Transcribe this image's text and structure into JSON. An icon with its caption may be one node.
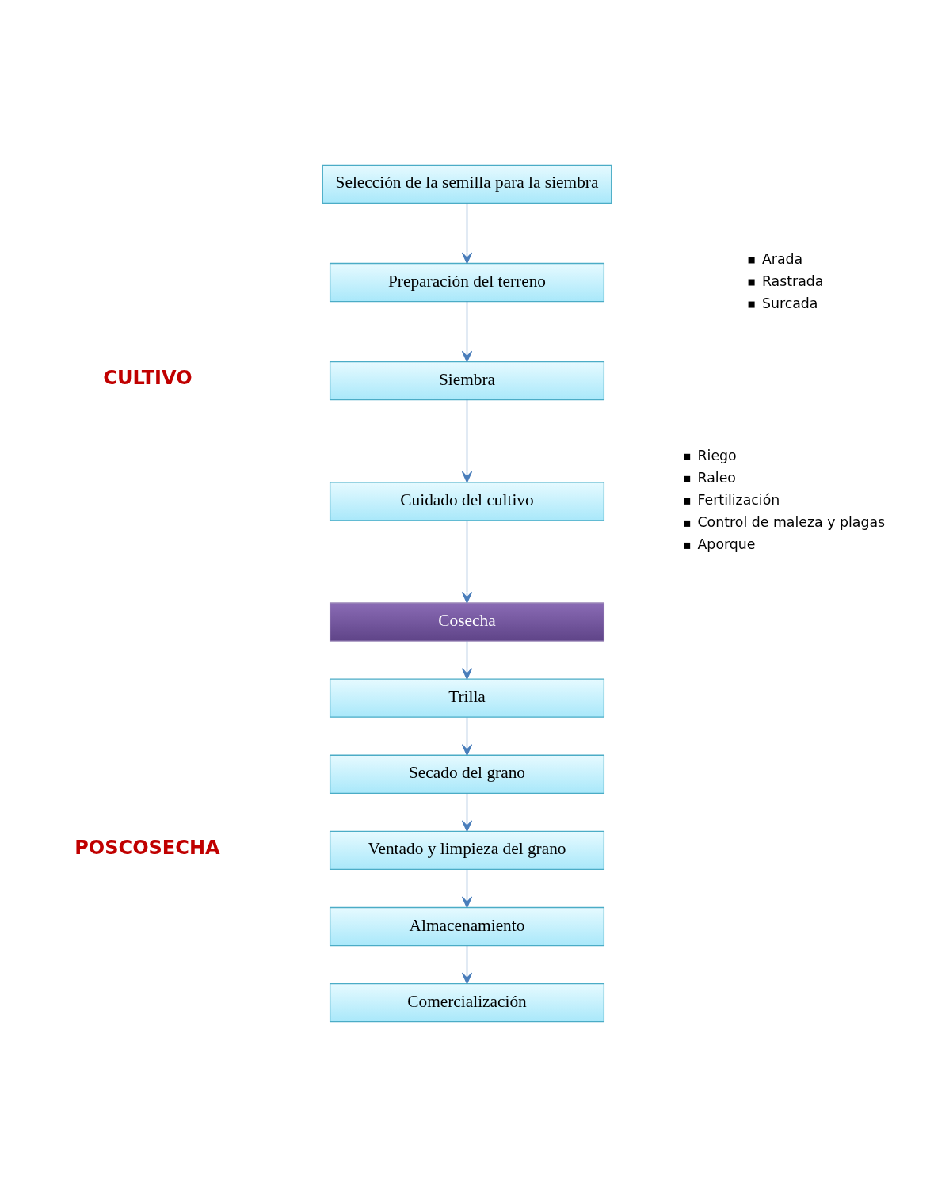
{
  "diagram": {
    "nodes": [
      {
        "text": [
          "Selección de la semilla para la siembra"
        ]
      },
      {
        "text": [
          "Preparación del terreno"
        ]
      },
      {
        "text": [
          "Siembra"
        ]
      },
      {
        "text": [
          "Cuidado del cultivo"
        ]
      },
      {
        "text": [
          "Cosecha"
        ]
      },
      {
        "text": [
          "Trilla"
        ]
      },
      {
        "text": [
          "Secado del grano"
        ]
      },
      {
        "text": [
          "Ventado y limpieza del grano"
        ]
      },
      {
        "text": [
          "Almacenamiento"
        ]
      },
      {
        "text": [
          "Comercialización"
        ]
      }
    ],
    "edges": [
      {
        "from": 0,
        "to": 1,
        "arrow": "to"
      },
      {
        "from": 1,
        "to": 2,
        "arrow": "to"
      },
      {
        "from": 2,
        "to": 3,
        "arrow": "to"
      },
      {
        "from": 3,
        "to": 4,
        "arrow": "to"
      },
      {
        "from": 4,
        "to": 5,
        "arrow": "to"
      },
      {
        "from": 5,
        "to": 6,
        "arrow": "to"
      },
      {
        "from": 6,
        "to": 7,
        "arrow": "to"
      },
      {
        "from": 7,
        "to": 8,
        "arrow": "to"
      },
      {
        "from": 8,
        "to": 9,
        "arrow": "to"
      }
    ],
    "labels": [
      "Arada",
      "Rastrada",
      "Surcada",
      "CULTIVO",
      "Riego",
      "Raleo",
      "Fertilización",
      "Control de maleza y plagas",
      "Aporque",
      "POSCOSECHA"
    ]
  }
}
